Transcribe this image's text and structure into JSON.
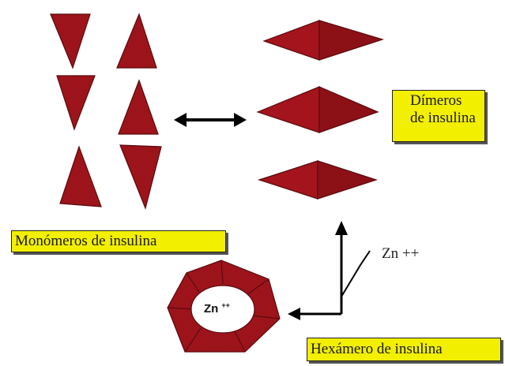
{
  "labels": {
    "monomers": "Monómeros de insulina",
    "dimers_line1": "Dímeros",
    "dimers_line2": "de insulina",
    "hexamer": "Hexámero de insulina",
    "zn_ion": "Zn ++",
    "zn_core": "Zn",
    "zn_core_charge": "++"
  },
  "colors": {
    "protein_fill": "#a3141c",
    "protein_dark": "#6e0c10",
    "label_bg": "#f2ef00",
    "arrow": "#000000"
  }
}
